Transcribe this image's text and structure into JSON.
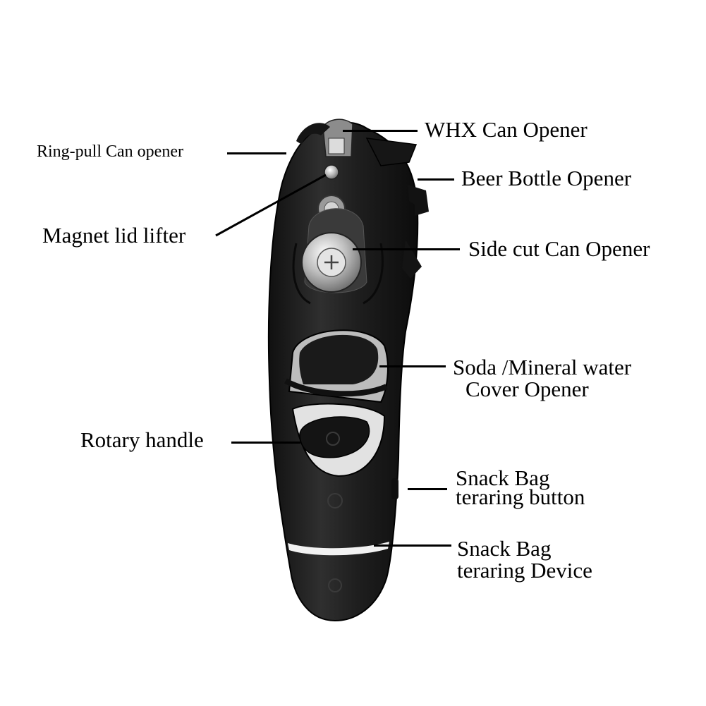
{
  "labels": {
    "ring_pull": "Ring-pull Can opener",
    "whx": "WHX Can Opener",
    "beer": "Beer Bottle Opener",
    "magnet": "Magnet lid lifter",
    "side_cut": "Side cut Can Opener",
    "soda_line1": "Soda /Mineral water",
    "soda_line2": "Cover Opener",
    "rotary": "Rotary handle",
    "snack_button_line1": "Snack Bag",
    "snack_button_line2": "teraring button",
    "snack_device_line1": "Snack Bag",
    "snack_device_line2": "teraring Device"
  },
  "colors": {
    "background": "#ffffff",
    "body": "#1c1c1c",
    "metal": "#c8c8c8",
    "text": "#000000"
  }
}
